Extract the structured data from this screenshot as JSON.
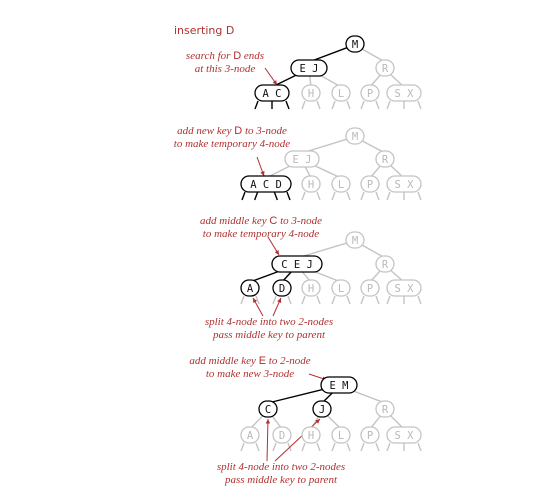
{
  "title": "inserting D",
  "panels": [
    {
      "notes": [
        {
          "lines": [
            {
              "pre": "search for ",
              "key": "D",
              "post": " ends"
            },
            {
              "pre": "at this 3-node",
              "key": "",
              "post": ""
            }
          ]
        }
      ],
      "nodes": [
        {
          "keys": "M",
          "state": "dark"
        },
        {
          "keys": "E J",
          "state": "dark"
        },
        {
          "keys": "R",
          "state": "grey"
        },
        {
          "keys": "A C",
          "state": "dark"
        },
        {
          "keys": "H",
          "state": "grey"
        },
        {
          "keys": "L",
          "state": "grey"
        },
        {
          "keys": "P",
          "state": "grey"
        },
        {
          "keys": "S X",
          "state": "grey"
        }
      ]
    },
    {
      "notes": [
        {
          "lines": [
            {
              "pre": "add new key ",
              "key": "D",
              "post": " to 3-node"
            },
            {
              "pre": "to make temporary 4-node",
              "key": "",
              "post": ""
            }
          ]
        }
      ],
      "nodes": [
        {
          "keys": "M",
          "state": "grey"
        },
        {
          "keys": "E J",
          "state": "grey"
        },
        {
          "keys": "R",
          "state": "grey"
        },
        {
          "keys": "A C D",
          "state": "dark"
        },
        {
          "keys": "H",
          "state": "grey"
        },
        {
          "keys": "L",
          "state": "grey"
        },
        {
          "keys": "P",
          "state": "grey"
        },
        {
          "keys": "S X",
          "state": "grey"
        }
      ]
    },
    {
      "notes": [
        {
          "lines": [
            {
              "pre": "add middle key ",
              "key": "C",
              "post": " to 3-node"
            },
            {
              "pre": "to make temporary 4-node",
              "key": "",
              "post": ""
            }
          ]
        },
        {
          "lines": [
            {
              "pre": "split 4-node into two 2-nodes",
              "key": "",
              "post": ""
            },
            {
              "pre": "pass middle key to parent",
              "key": "",
              "post": ""
            }
          ]
        }
      ],
      "nodes": [
        {
          "keys": "M",
          "state": "grey"
        },
        {
          "keys": "C E J",
          "state": "dark"
        },
        {
          "keys": "R",
          "state": "grey"
        },
        {
          "keys": "A",
          "state": "dark"
        },
        {
          "keys": "D",
          "state": "dark"
        },
        {
          "keys": "H",
          "state": "grey"
        },
        {
          "keys": "L",
          "state": "grey"
        },
        {
          "keys": "P",
          "state": "grey"
        },
        {
          "keys": "S X",
          "state": "grey"
        }
      ]
    },
    {
      "notes": [
        {
          "lines": [
            {
              "pre": "add middle key ",
              "key": "E",
              "post": " to 2-node"
            },
            {
              "pre": "to make new 3-node",
              "key": "",
              "post": ""
            }
          ]
        },
        {
          "lines": [
            {
              "pre": "split 4-node into two 2-nodes",
              "key": "",
              "post": ""
            },
            {
              "pre": "pass middle key to parent",
              "key": "",
              "post": ""
            }
          ]
        }
      ],
      "nodes": [
        {
          "keys": "E M",
          "state": "dark"
        },
        {
          "keys": "C",
          "state": "dark"
        },
        {
          "keys": "J",
          "state": "dark"
        },
        {
          "keys": "R",
          "state": "grey"
        },
        {
          "keys": "A",
          "state": "grey"
        },
        {
          "keys": "D",
          "state": "grey"
        },
        {
          "keys": "H",
          "state": "grey"
        },
        {
          "keys": "L",
          "state": "grey"
        },
        {
          "keys": "P",
          "state": "grey"
        },
        {
          "keys": "S X",
          "state": "grey"
        }
      ]
    }
  ]
}
